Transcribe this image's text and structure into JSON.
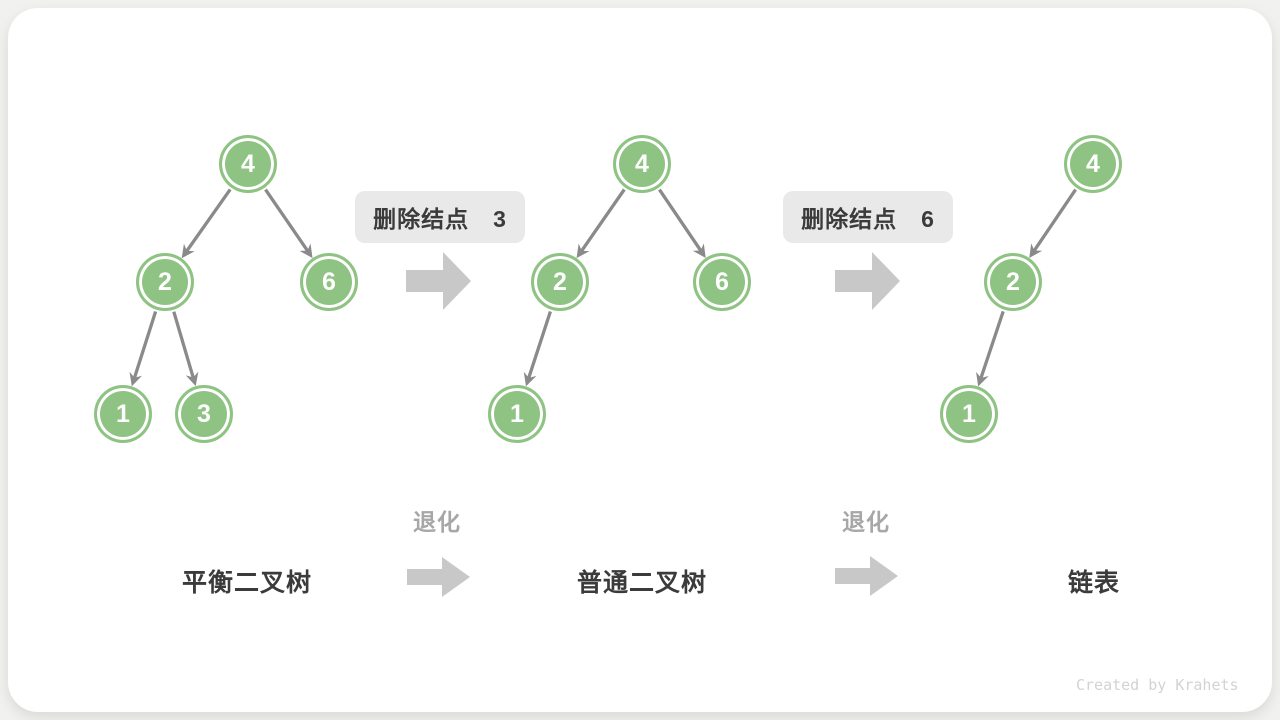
{
  "colors": {
    "node_fill": "#8fc383",
    "edge": "#8a8a8a",
    "block_arrow": "#c8c8c8",
    "step_box_bg": "#e9e9e9",
    "text_dark": "#3b3b3b",
    "text_gray": "#a7a7a7",
    "watermark": "#d3d3d3",
    "page_bg": "#f1f1ef",
    "card_bg": "#ffffff"
  },
  "trees": [
    {
      "name": "balanced-binary-tree",
      "label": "平衡二叉树",
      "nodes": [
        {
          "value": "4"
        },
        {
          "value": "2"
        },
        {
          "value": "6"
        },
        {
          "value": "1"
        },
        {
          "value": "3"
        }
      ]
    },
    {
      "name": "ordinary-binary-tree",
      "label": "普通二叉树",
      "nodes": [
        {
          "value": "4"
        },
        {
          "value": "2"
        },
        {
          "value": "6"
        },
        {
          "value": "1"
        }
      ]
    },
    {
      "name": "linked-list",
      "label": "链表",
      "nodes": [
        {
          "value": "4"
        },
        {
          "value": "2"
        },
        {
          "value": "1"
        }
      ]
    }
  ],
  "steps": [
    {
      "label": "删除结点　3"
    },
    {
      "label": "删除结点　6"
    }
  ],
  "degrade": [
    {
      "label": "退化"
    },
    {
      "label": "退化"
    }
  ],
  "watermark": "Created by Krahets"
}
